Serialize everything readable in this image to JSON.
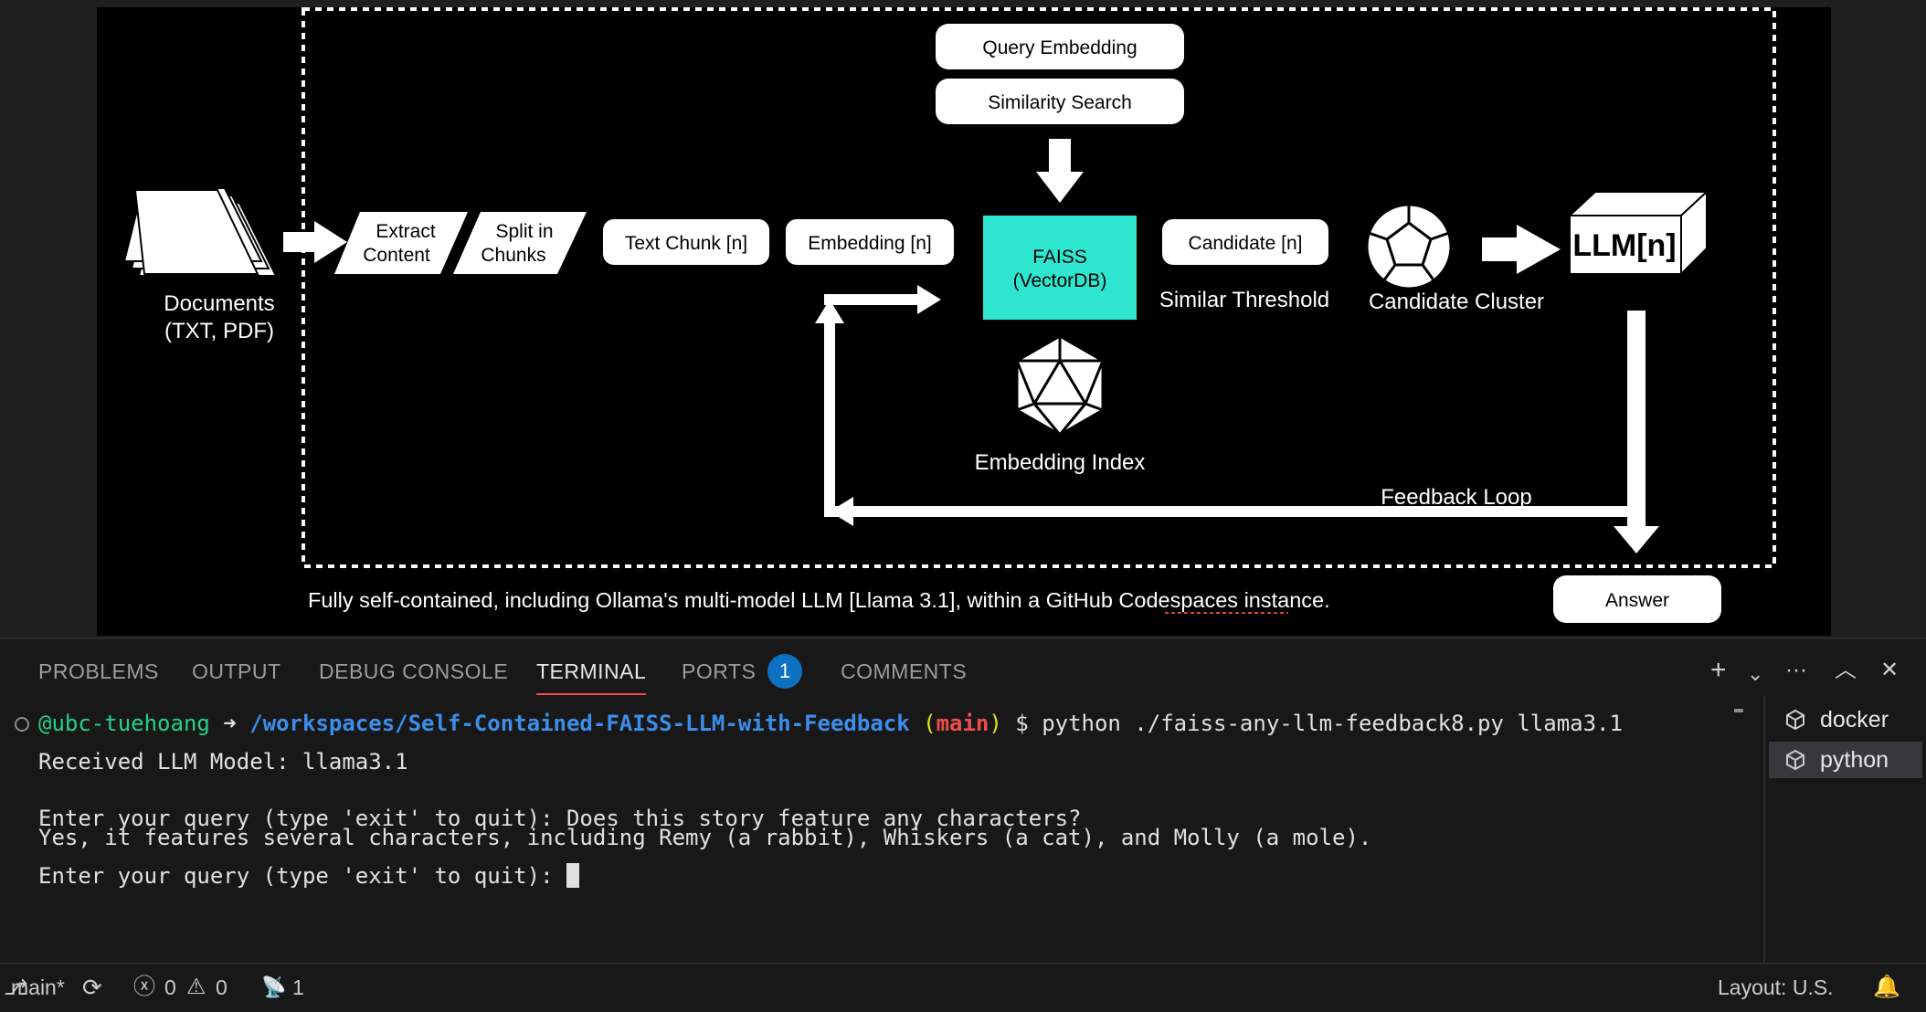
{
  "diagram": {
    "documents_line1": "Documents",
    "documents_line2": "(TXT, PDF)",
    "extract_line1": "Extract",
    "extract_line2": "Content",
    "split_line1": "Split in",
    "split_line2": "Chunks",
    "text_chunk": "Text Chunk [n]",
    "embedding": "Embedding [n]",
    "query_embedding": "Query Embedding",
    "similarity_search": "Similarity Search",
    "faiss_line1": "FAISS",
    "faiss_line2": "(VectorDB)",
    "embedding_index": "Embedding Index",
    "candidate": "Candidate [n]",
    "similar_threshold": "Similar Threshold",
    "candidate_cluster": "Candidate Cluster",
    "llm": "LLM[n]",
    "feedback_loop": "Feedback Loop",
    "answer": "Answer",
    "caption": "Fully self-contained, including Ollama's multi-model LLM [Llama 3.1], within a GitHub Codespaces instance.",
    "faiss_color": "#2ee6d0"
  },
  "panel": {
    "tabs": [
      "PROBLEMS",
      "OUTPUT",
      "DEBUG CONSOLE",
      "TERMINAL",
      "PORTS",
      "COMMENTS"
    ],
    "ports_badge": "1",
    "actions": {
      "add": "+",
      "dropdown": "⌄",
      "more": "···",
      "maximize": "︿",
      "close": "✕"
    }
  },
  "terminal": {
    "user": "@ubc-tuehoang",
    "arrow": "➜",
    "path": "/workspaces/Self-Contained-FAISS-LLM-with-Feedback",
    "branch_open": "(",
    "branch": "main",
    "branch_close": ")",
    "prompt_symbol": "$",
    "command": "python ./faiss-any-llm-feedback8.py llama3.1",
    "line_received": "Received LLM Model: llama3.1",
    "line_query1": "Enter your query (type 'exit' to quit): Does this story feature any characters?",
    "line_answer1": "Yes, it features several characters, including Remy (a rabbit), Whiskers (a cat), and Molly (a mole).",
    "line_query2": "Enter your query (type 'exit' to quit): "
  },
  "terminal_list": [
    {
      "label": "docker",
      "selected": false
    },
    {
      "label": "python",
      "selected": true
    }
  ],
  "status": {
    "branch": "main*",
    "errors": "0",
    "warnings": "0",
    "ports": "1",
    "layout": "Layout: U.S."
  }
}
